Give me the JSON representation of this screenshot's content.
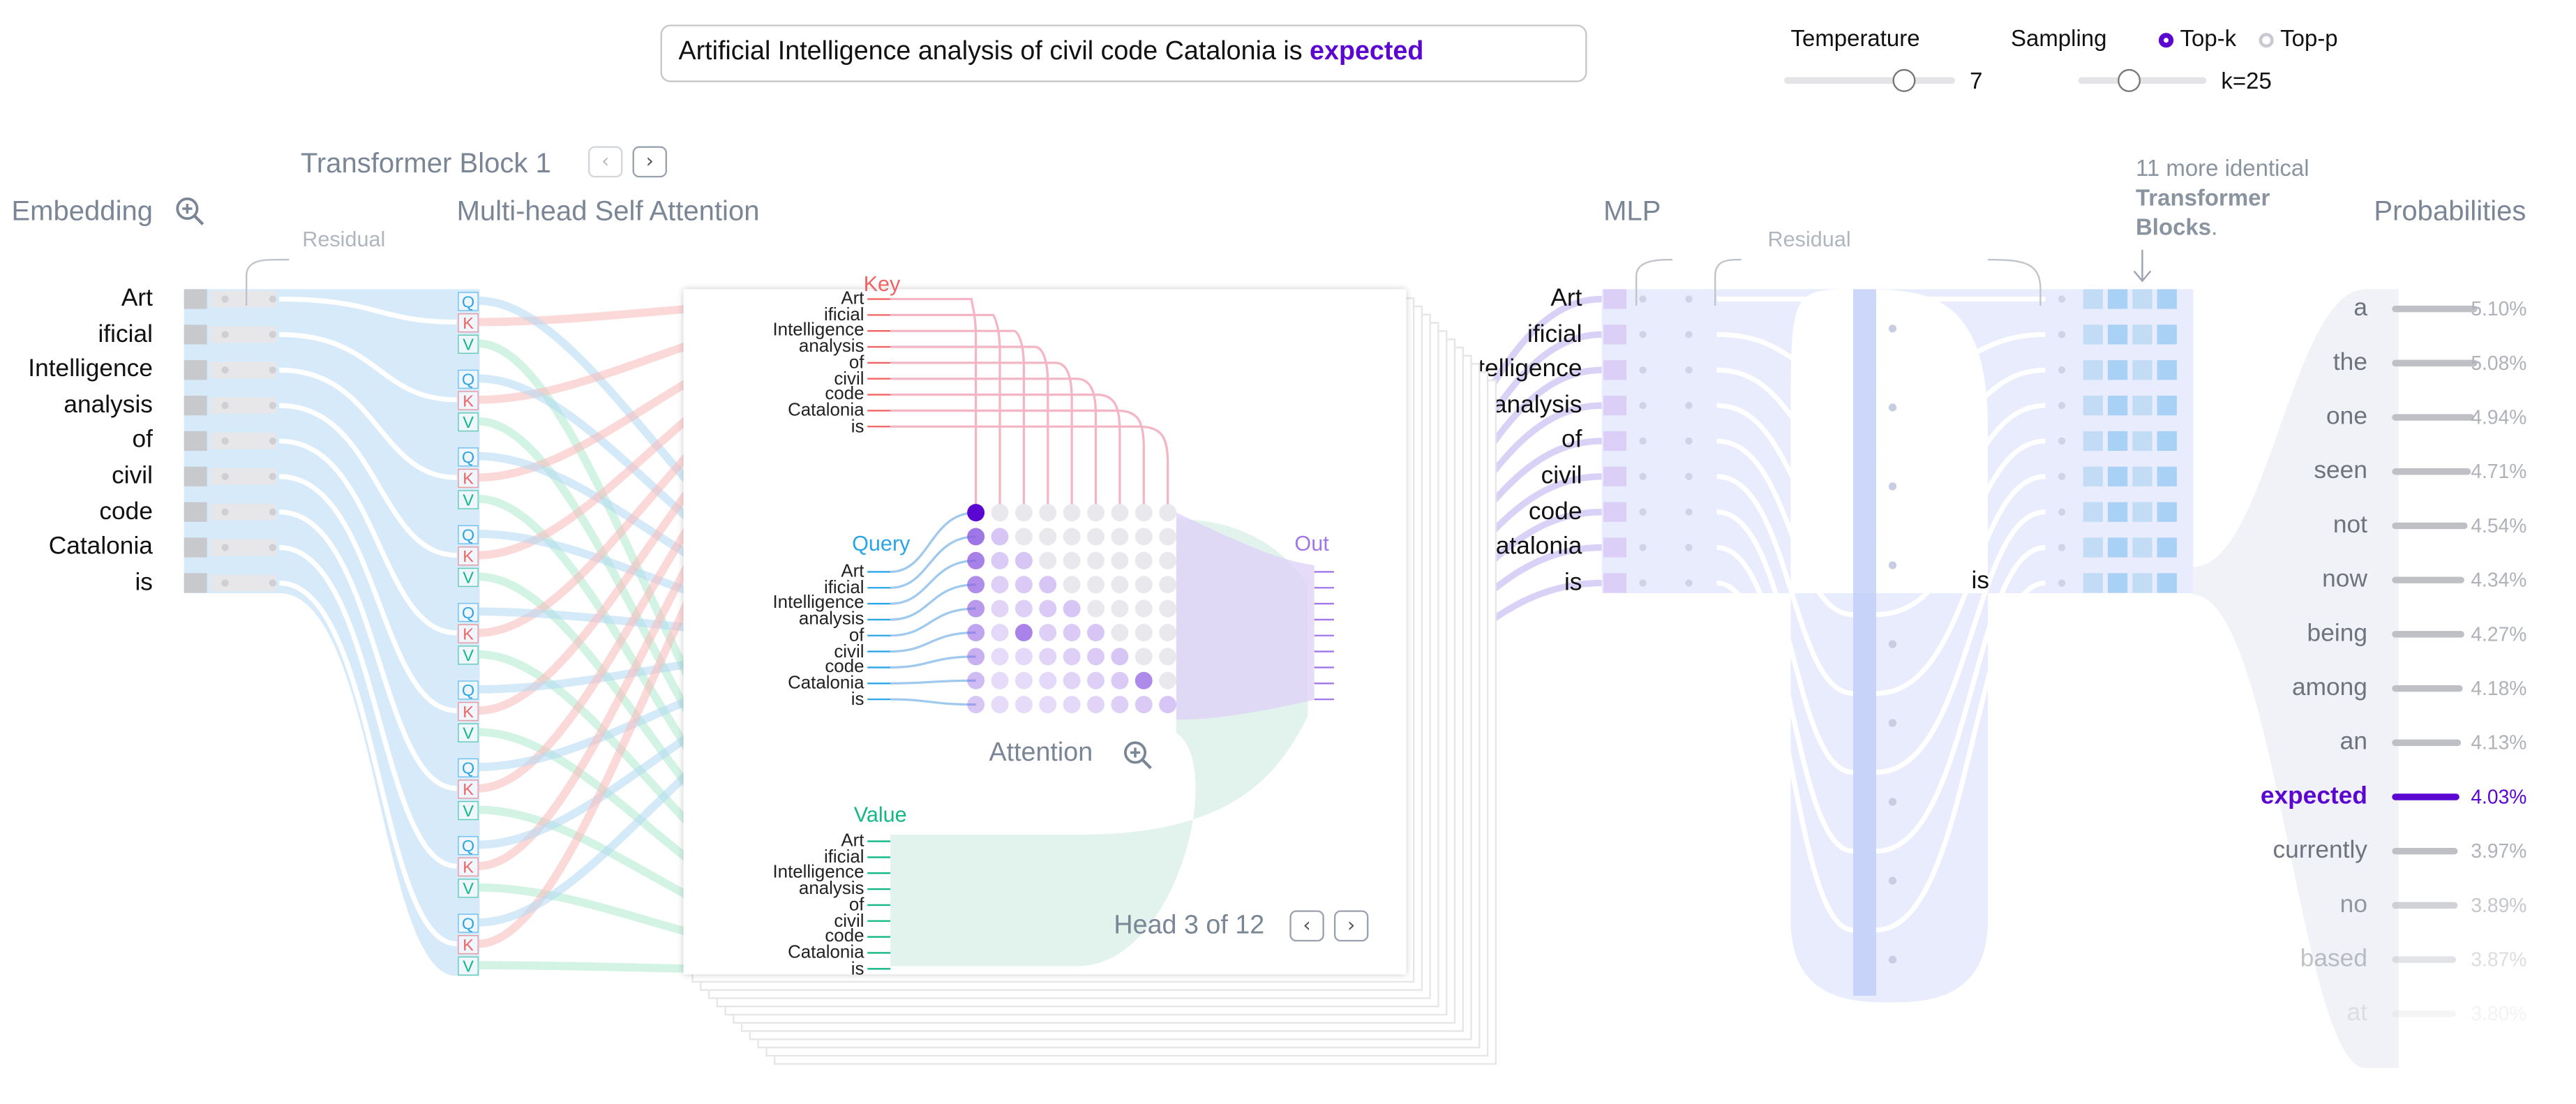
{
  "prompt": {
    "text": "Artificial Intelligence analysis of civil code Catalonia is",
    "prediction": "expected"
  },
  "controls": {
    "temperature_label": "Temperature",
    "temperature_value": "7",
    "temperature_level": 0.7,
    "sampling_label": "Sampling",
    "topk_label": "Top-k",
    "topp_label": "Top-p",
    "selected": "Top-k",
    "k_value": "k=25",
    "k_level": 0.4
  },
  "sections": {
    "embedding": "Embedding",
    "block_title": "Transformer Block 1",
    "attention_title": "Multi-head Self Attention",
    "residual": "Residual",
    "mlp": "MLP",
    "residual2": "Residual",
    "more_blocks_1": "11 more identical",
    "more_blocks_2": "Transformer",
    "more_blocks_3": "Blocks",
    "probabilities": "Probabilities"
  },
  "tokens": [
    "Art",
    "ificial",
    "Intelligence",
    "analysis",
    "of",
    "civil",
    "code",
    "Catalonia",
    "is"
  ],
  "qkv": {
    "q": "Q",
    "k": "K",
    "v": "V"
  },
  "head": {
    "key_label": "Key",
    "query_label": "Query",
    "value_label": "Value",
    "out_label": "Out",
    "attention_label": "Attention",
    "head_label": "Head 3 of 12"
  },
  "last_token": "is",
  "probabilities": [
    {
      "word": "a",
      "pct": "5.10%",
      "value": 5.1
    },
    {
      "word": "the",
      "pct": "5.08%",
      "value": 5.08
    },
    {
      "word": "one",
      "pct": "4.94%",
      "value": 4.94
    },
    {
      "word": "seen",
      "pct": "4.71%",
      "value": 4.71
    },
    {
      "word": "not",
      "pct": "4.54%",
      "value": 4.54
    },
    {
      "word": "now",
      "pct": "4.34%",
      "value": 4.34
    },
    {
      "word": "being",
      "pct": "4.27%",
      "value": 4.27
    },
    {
      "word": "among",
      "pct": "4.18%",
      "value": 4.18
    },
    {
      "word": "an",
      "pct": "4.13%",
      "value": 4.13
    },
    {
      "word": "expected",
      "pct": "4.03%",
      "value": 4.03,
      "selected": true
    },
    {
      "word": "currently",
      "pct": "3.97%",
      "value": 3.97
    },
    {
      "word": "no",
      "pct": "3.89%",
      "value": 3.89
    },
    {
      "word": "based",
      "pct": "3.87%",
      "value": 3.87
    },
    {
      "word": "at",
      "pct": "3.80%",
      "value": 3.8
    }
  ],
  "colors": {
    "accent": "#5b06d1",
    "query": "#2aa5e8",
    "key": "#f26363",
    "value": "#12b886",
    "out": "#a276e8",
    "embed": "#b7d8f5",
    "mlp": "#d9e0fb"
  }
}
